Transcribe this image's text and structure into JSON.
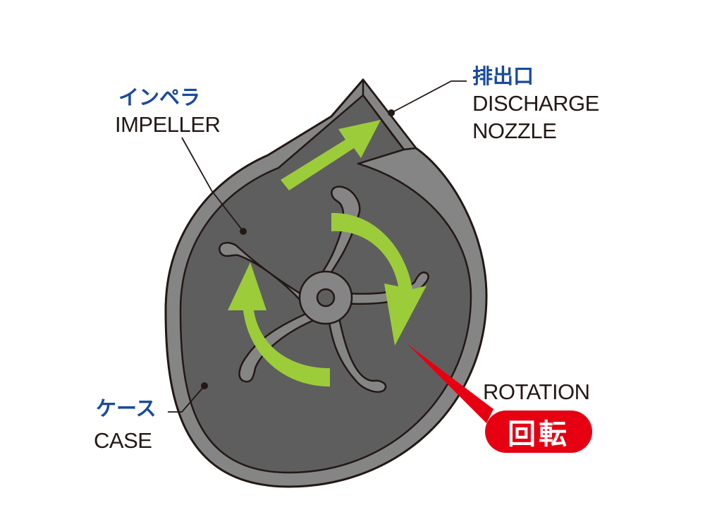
{
  "labels": {
    "impeller": {
      "jp": "インペラ",
      "en": "IMPELLER"
    },
    "discharge": {
      "jp": "排出口",
      "en_line1": "DISCHARGE",
      "en_line2": "NOZZLE"
    },
    "case": {
      "jp": "ケース",
      "en": "CASE"
    },
    "rotation": {
      "en": "ROTATION",
      "jp": "回転"
    }
  },
  "colors": {
    "case_outer": "#858585",
    "case_inner": "#5e5e5e",
    "outline": "#231815",
    "impeller": "#858585",
    "arrow_green": "#9ccc3a",
    "label_blue": "#1a4a9c",
    "badge_red": "#e60012"
  }
}
